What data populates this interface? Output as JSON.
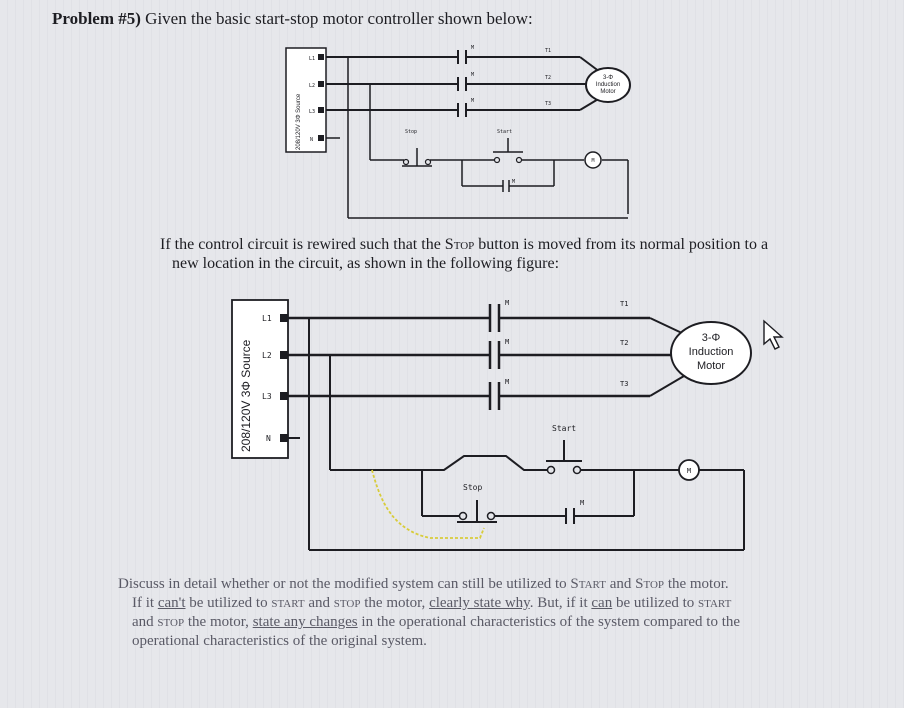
{
  "title": {
    "bold": "Problem #5)",
    "rest": " Given the basic start-stop motor controller shown below:"
  },
  "middle_text": {
    "line1_a": "If the control circuit is rewired such that the ",
    "line1_b": "Stop",
    "line1_c": " button is moved from its normal position to a",
    "line2": "new location in the circuit, as shown in the following figure:"
  },
  "bottom_text": {
    "l1_a": "Discuss in detail whether or not the modified system can still be utilized to ",
    "l1_b": "Start",
    "l1_c": " and ",
    "l1_d": "Stop",
    "l1_e": " the motor.",
    "l2_a": "If it ",
    "l2_b": "can't",
    "l2_c": " be utilized to ",
    "l2_d": "start",
    "l2_e": " and ",
    "l2_f": "stop",
    "l2_g": " the motor, ",
    "l2_h": "clearly state why",
    "l2_i": ".  But, if it ",
    "l2_j": "can",
    "l2_k": " be utilized to ",
    "l2_l": "start",
    "l3_a": "and ",
    "l3_b": "stop",
    "l3_c": " the motor, ",
    "l3_d": "state any changes",
    "l3_e": " in the operational characteristics of the system compared to the",
    "l4": "operational characteristics of the original system."
  },
  "diagram1": {
    "source_label": "208/120V 3Φ Source",
    "lines": [
      "L1",
      "L2",
      "L3",
      "N"
    ],
    "terminals": [
      "T1",
      "T2",
      "T3"
    ],
    "contact_label": "M",
    "motor_lines": [
      "3-Φ",
      "Induction",
      "Motor"
    ],
    "stop_label": "Stop",
    "start_label": "Start",
    "coil_label": "M"
  },
  "diagram2": {
    "source_label": "208/120V 3Φ Source",
    "lines": [
      "L1",
      "L2",
      "L3",
      "N"
    ],
    "terminals": [
      "T1",
      "T2",
      "T3"
    ],
    "contact_label": "M",
    "motor_lines": [
      "3-Φ",
      "Induction",
      "Motor"
    ],
    "stop_label": "Stop",
    "start_label": "Start",
    "coil_label": "M"
  },
  "colors": {
    "ink": "#1d1d22",
    "faded_ink": "#5a5a66",
    "highlight_path": "#d8cc3a"
  },
  "icons": [
    "mouse-cursor-icon"
  ]
}
